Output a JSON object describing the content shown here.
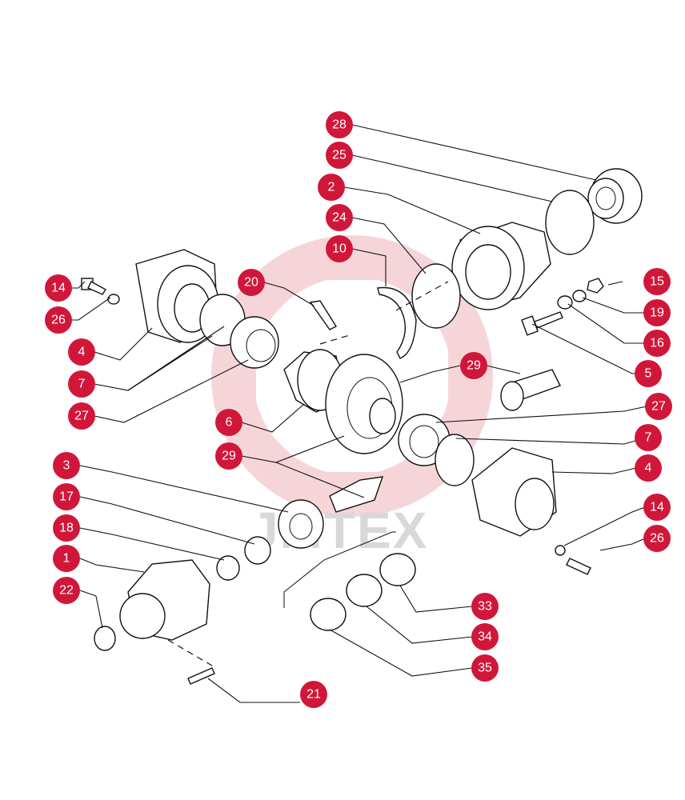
{
  "watermark": {
    "text": "JMTEX",
    "gear_color": "#f6d5d9",
    "text_color": "#d8d8d8"
  },
  "callout_color": "#d0173a",
  "callouts": [
    {
      "label": "28"
    },
    {
      "label": "25"
    },
    {
      "label": "2"
    },
    {
      "label": "24"
    },
    {
      "label": "10"
    },
    {
      "label": "20"
    },
    {
      "label": "14"
    },
    {
      "label": "26"
    },
    {
      "label": "15"
    },
    {
      "label": "19"
    },
    {
      "label": "16"
    },
    {
      "label": "5"
    },
    {
      "label": "4"
    },
    {
      "label": "7"
    },
    {
      "label": "27"
    },
    {
      "label": "29"
    },
    {
      "label": "27"
    },
    {
      "label": "6"
    },
    {
      "label": "7"
    },
    {
      "label": "29"
    },
    {
      "label": "4"
    },
    {
      "label": "3"
    },
    {
      "label": "14"
    },
    {
      "label": "17"
    },
    {
      "label": "26"
    },
    {
      "label": "18"
    },
    {
      "label": "1"
    },
    {
      "label": "22"
    },
    {
      "label": "33"
    },
    {
      "label": "34"
    },
    {
      "label": "35"
    },
    {
      "label": "21"
    }
  ]
}
